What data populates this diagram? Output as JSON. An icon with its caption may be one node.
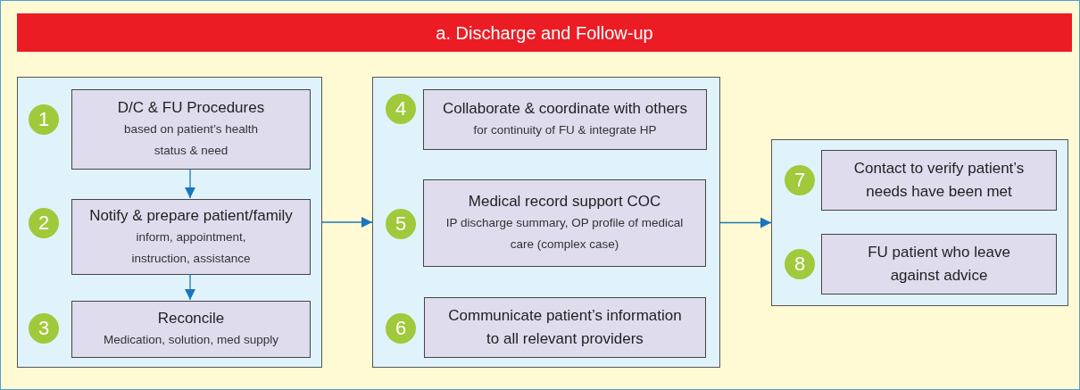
{
  "diagram": {
    "title": "a. Discharge and Follow-up",
    "nodes": [
      {
        "text": [],
        "shape": "box"
      },
      {
        "text": [
          "1"
        ],
        "in": 0
      },
      {
        "text": [
          "D/C & FU Procedures",
          "based on patient’s health status & need"
        ],
        "in": 0
      },
      {
        "text": [
          "2"
        ],
        "in": 0
      },
      {
        "text": [
          "Notify & prepare patient/family",
          "inform, appointment, instruction, assistance"
        ],
        "in": 0
      },
      {
        "text": [
          "3"
        ],
        "in": 0
      },
      {
        "text": [
          "Reconcile",
          "Medication, solution, med supply"
        ],
        "in": 0
      },
      {
        "text": [],
        "shape": "box"
      },
      {
        "text": [
          "4"
        ],
        "in": 7
      },
      {
        "text": [
          "Collaborate & coordinate with others",
          "for continuity of FU & integrate HP"
        ],
        "in": 7
      },
      {
        "text": [
          "5"
        ],
        "in": 7
      },
      {
        "text": [
          "Medical record support COC",
          "IP discharge summary, OP profile of medical care (complex case)"
        ],
        "in": 7
      },
      {
        "text": [
          "6"
        ],
        "in": 7
      },
      {
        "text": [
          "Communicate patient’s information to all relevant providers"
        ],
        "in": 7
      },
      {
        "text": [],
        "shape": "box"
      },
      {
        "text": [
          "7"
        ],
        "in": 14
      },
      {
        "text": [
          "Contact to verify patient’s needs have been met"
        ],
        "in": 14
      },
      {
        "text": [
          "8"
        ],
        "in": 14
      },
      {
        "text": [
          "FU patient who leave against advice"
        ],
        "in": 14
      }
    ],
    "edges": [
      {
        "from": 2,
        "to": 4,
        "arrow": "to"
      },
      {
        "from": 4,
        "to": 6,
        "arrow": "to"
      },
      {
        "from": 0,
        "to": 7,
        "arrow": "to"
      },
      {
        "from": 7,
        "to": 14,
        "arrow": "to"
      }
    ]
  }
}
